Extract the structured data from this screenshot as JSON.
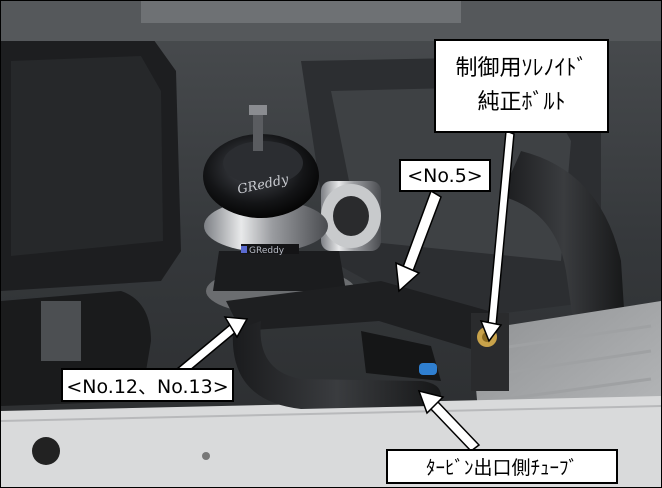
{
  "callouts": {
    "solenoid_line1": "制御用ｿﾚﾉｲﾄﾞ",
    "solenoid_line2": "純正ﾎﾞﾙﾄ",
    "no5": "<No.5>",
    "no12_13": "<No.12、No.13>",
    "turbine_tube": "ﾀｰﾋﾞﾝ出口側ﾁｭｰﾌﾞ"
  },
  "logos": {
    "valve_top": "GReddy",
    "valve_body": "GReddy"
  },
  "colors": {
    "frame": "#000000",
    "callout_bg": "#ffffff",
    "arrow_fill": "#ffffff",
    "valve_accent": "#5a6ad0",
    "hose_accent": "#2f7fd0"
  }
}
